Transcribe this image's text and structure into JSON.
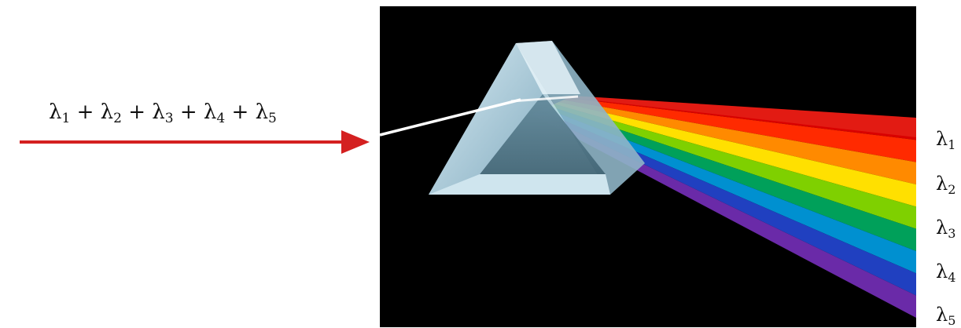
{
  "input_beam": {
    "equation_terms": [
      {
        "symbol": "λ",
        "sub": "1"
      },
      {
        "symbol": "λ",
        "sub": "2"
      },
      {
        "symbol": "λ",
        "sub": "3"
      },
      {
        "symbol": "λ",
        "sub": "4"
      },
      {
        "symbol": "λ",
        "sub": "5"
      }
    ],
    "operator": "+",
    "arrow_color": "#d42020"
  },
  "output_labels": [
    {
      "symbol": "λ",
      "sub": "1"
    },
    {
      "symbol": "λ",
      "sub": "2"
    },
    {
      "symbol": "λ",
      "sub": "3"
    },
    {
      "symbol": "λ",
      "sub": "4"
    },
    {
      "symbol": "λ",
      "sub": "5"
    }
  ],
  "spectrum_colors": [
    "#d90000",
    "#ff2a00",
    "#ff8a00",
    "#ffe000",
    "#7fd000",
    "#00a05a",
    "#0090d0",
    "#2040c0",
    "#6a2aa8"
  ],
  "panel_color": "#000000",
  "prism_color": "#a9cfe0",
  "beam_color": "#ffffff"
}
